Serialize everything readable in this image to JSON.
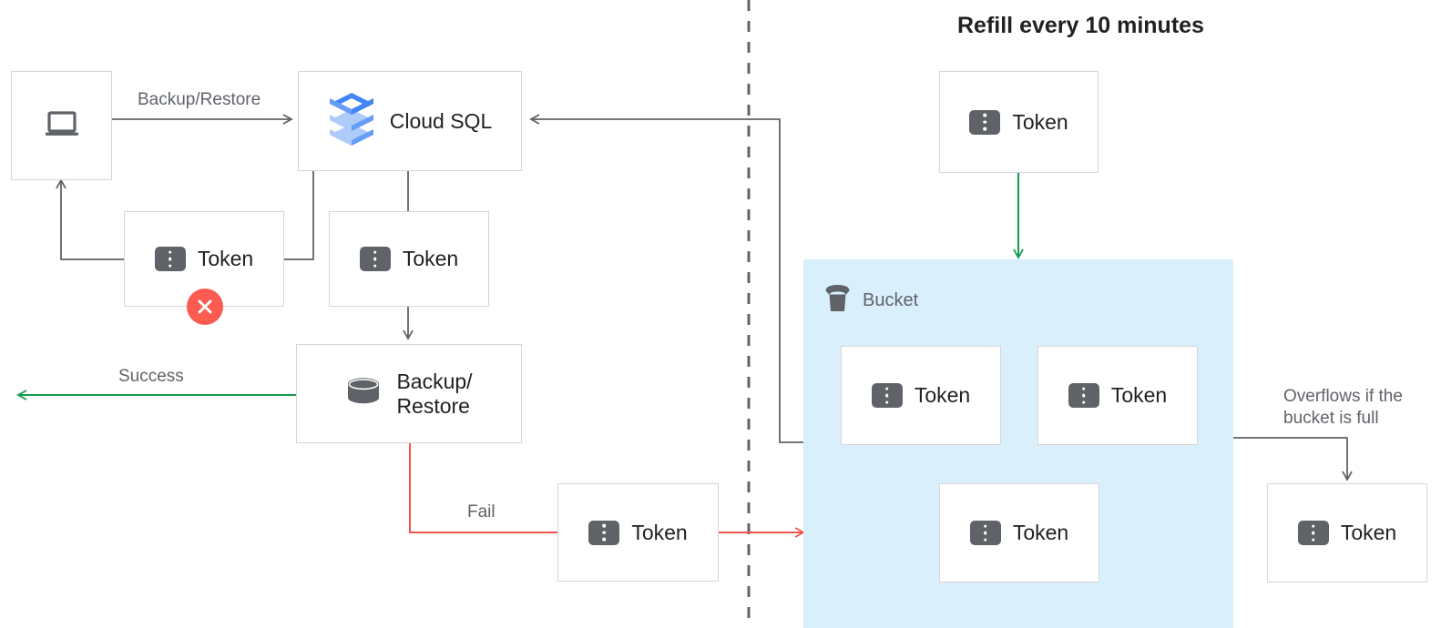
{
  "title": {
    "text": "Refill every 10 minutes"
  },
  "nodes": {
    "client": {
      "icon": "laptop-icon",
      "label": ""
    },
    "cloud_sql": {
      "icon": "cloud-sql-icon",
      "label": "Cloud SQL"
    },
    "token_fail_left": {
      "icon": "token-icon",
      "label": "Token",
      "badge": "error-x-icon"
    },
    "token_under_sql": {
      "icon": "token-icon",
      "label": "Token"
    },
    "backup_restore": {
      "icon": "database-icon",
      "label": "Backup/\nRestore"
    },
    "token_fail_path": {
      "icon": "token-icon",
      "label": "Token"
    },
    "token_refill": {
      "icon": "token-icon",
      "label": "Token"
    },
    "token_bucket_1": {
      "icon": "token-icon",
      "label": "Token"
    },
    "token_bucket_2": {
      "icon": "token-icon",
      "label": "Token"
    },
    "token_bucket_3": {
      "icon": "token-icon",
      "label": "Token"
    },
    "token_overflow": {
      "icon": "token-icon",
      "label": "Token"
    }
  },
  "bucket": {
    "icon": "bucket-icon",
    "label": "Bucket"
  },
  "edges": {
    "backup_restore_label": "Backup/Restore",
    "success_label": "Success",
    "fail_label": "Fail",
    "overflow_label": "Overflows if the\nbucket is full"
  },
  "colors": {
    "green": "#129b4d",
    "red": "#f4544a",
    "gray_line": "#5f6368",
    "box_border": "#d6d6d6",
    "bucket_fill": "#d9f0fc",
    "icon_gray": "#5f6368",
    "text": "#202124",
    "muted_text": "#5f6368",
    "cloud_sql_blue_dark": "#4285f4",
    "cloud_sql_blue_mid": "#669df6",
    "cloud_sql_blue_light": "#aecbfa"
  }
}
